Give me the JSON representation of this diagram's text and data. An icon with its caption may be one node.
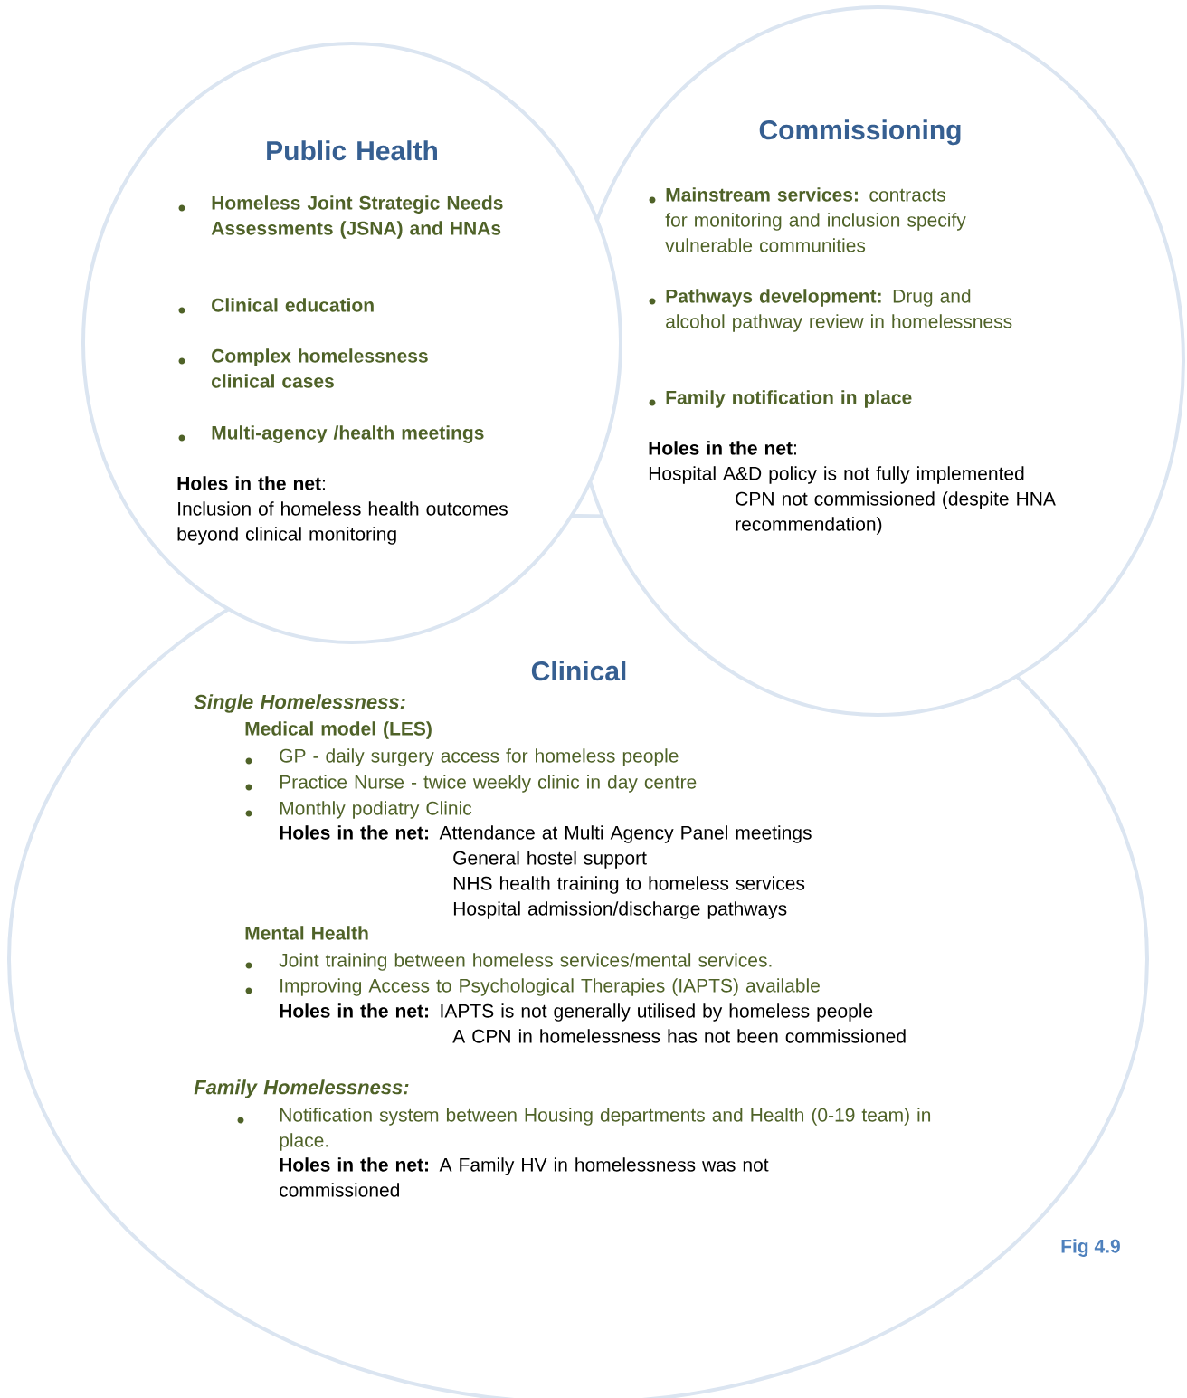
{
  "diagram": {
    "nodes": [
      {
        "text": [
          "Public Health",
          "Homeless Joint Strategic Needs Assessments (JSNA) and HNAs",
          "Clinical education",
          "Complex homelessness clinical cases",
          "Multi-agency /health meetings",
          "**Holes in the net**:",
          "Inclusion of homeless health outcomes beyond clinical monitoring"
        ]
      },
      {
        "text": [
          "Commissioning",
          "**Mainstream services:** contracts for monitoring and inclusion specify vulnerable communities",
          "**Pathways development:** Drug and alcohol pathway review in homelessness",
          "Family notification in place",
          "**Holes in the net**:",
          "Hospital A&D policy is not fully implemented",
          "CPN not commissioned (despite HNA recommendation)"
        ]
      },
      {
        "text": [
          "Clinical",
          "Single Homelessness:",
          "Medical model (LES)",
          "GP - daily surgery access for homeless people",
          "Practice Nurse - twice weekly clinic in day centre",
          "Monthly podiatry Clinic",
          "**Holes in the net:** Attendance at Multi Agency Panel meetings",
          "General hostel support",
          "NHS health training to homeless services",
          "Hospital admission/discharge pathways",
          "Mental Health",
          "Joint training between homeless services/mental services.",
          "Improving Access to Psychological Therapies (IAPTS) available",
          "**Holes in the net:** IAPTS is not generally utilised by homeless people",
          "A CPN in homelessness has not been commissioned",
          "Family Homelessness:",
          "Notification system between Housing departments and Health (0-19 team) in place.",
          "**Holes in the net:** A Family HV in homelessness was not commissioned"
        ]
      }
    ],
    "labels": [
      "Fig 4.9"
    ]
  }
}
